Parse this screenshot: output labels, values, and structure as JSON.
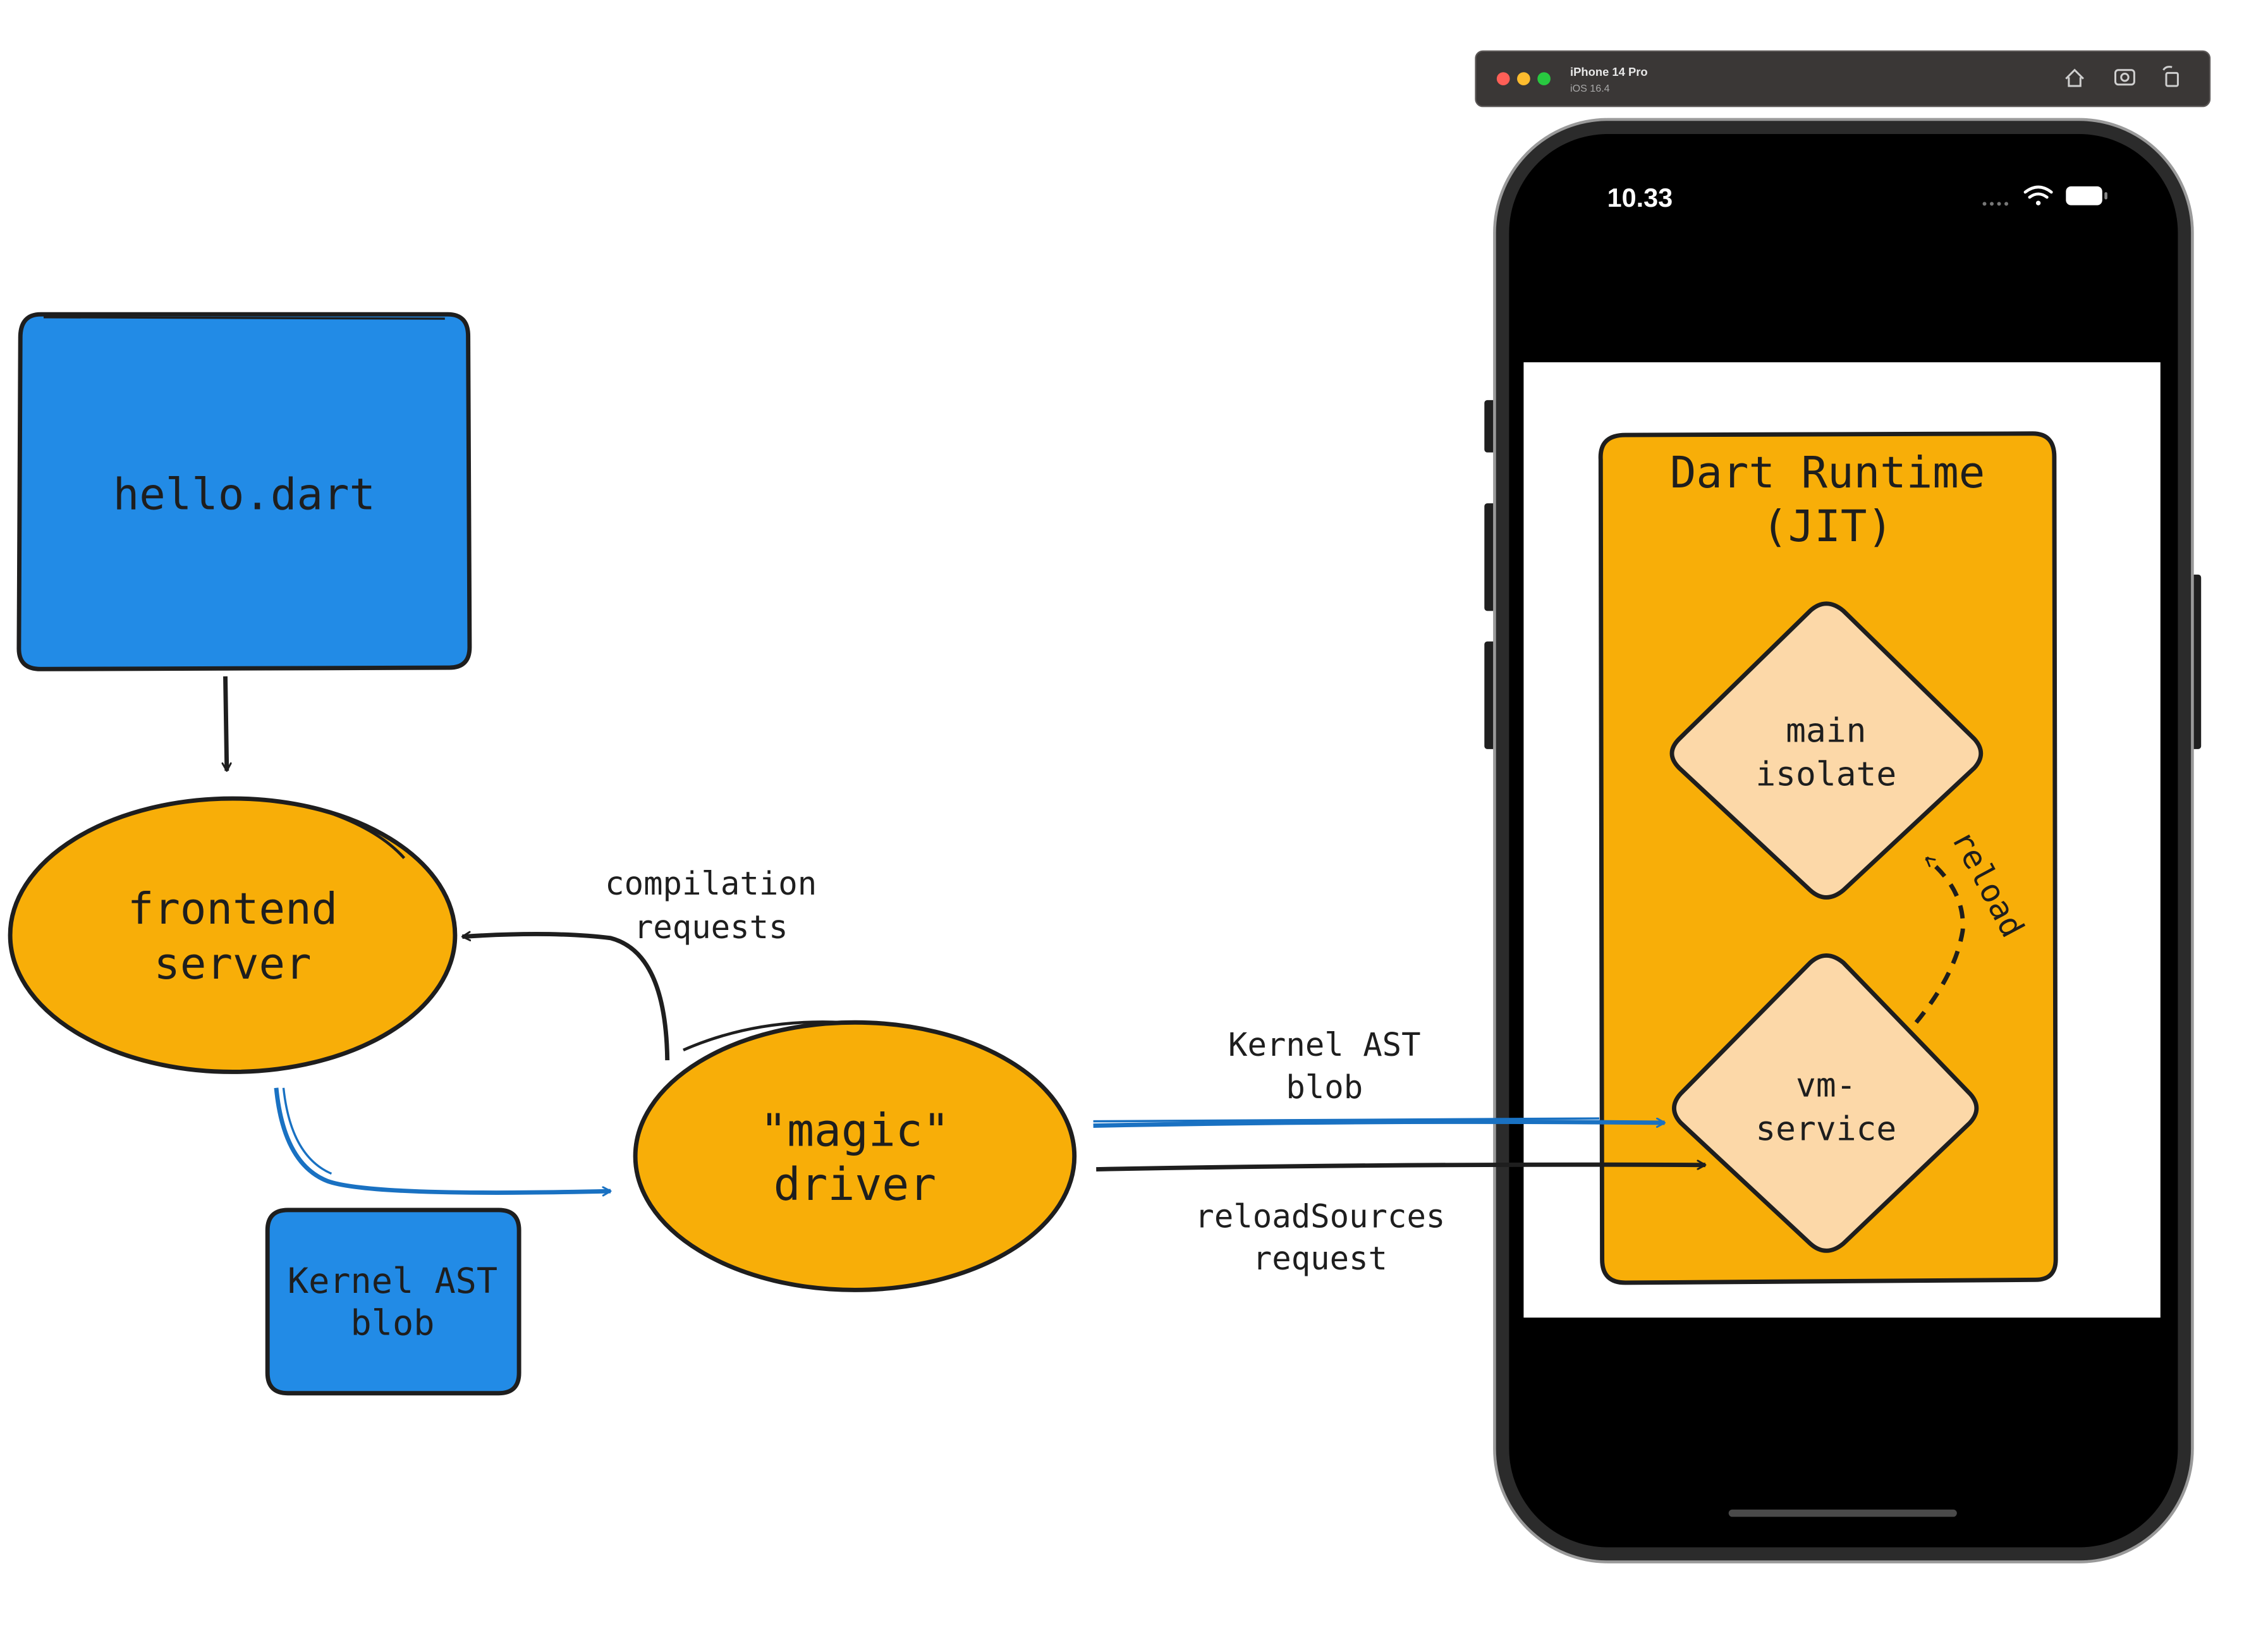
{
  "nodes": {
    "hello_dart": "hello.dart",
    "frontend_server": [
      "frontend",
      "server"
    ],
    "magic_driver": [
      "\"magic\"",
      "driver"
    ],
    "kernel_blob_box": [
      "Kernel AST",
      "blob"
    ],
    "dart_runtime": [
      "Dart Runtime",
      "(JIT)"
    ],
    "main_isolate": [
      "main",
      "isolate"
    ],
    "vm_service": [
      "vm-",
      "service"
    ]
  },
  "edges": {
    "compilation_requests": [
      "compilation",
      "requests"
    ],
    "kernel_ast_blob": [
      "Kernel AST",
      "blob"
    ],
    "reload_sources_request": [
      "reloadSources",
      "request"
    ],
    "reload": "reload"
  },
  "simulator": {
    "device": "iPhone 14 Pro",
    "os": "iOS 16.4",
    "time": "10.33",
    "home_icon": "home-icon",
    "screenshot_icon": "camera-icon",
    "rotate_icon": "rotate-icon"
  },
  "colors": {
    "blue_box": "#228be6",
    "orange": "#f8ae08",
    "peach": "#fcd8a8",
    "blue_arrow": "#1971c2",
    "stroke": "#1e1e1e"
  }
}
